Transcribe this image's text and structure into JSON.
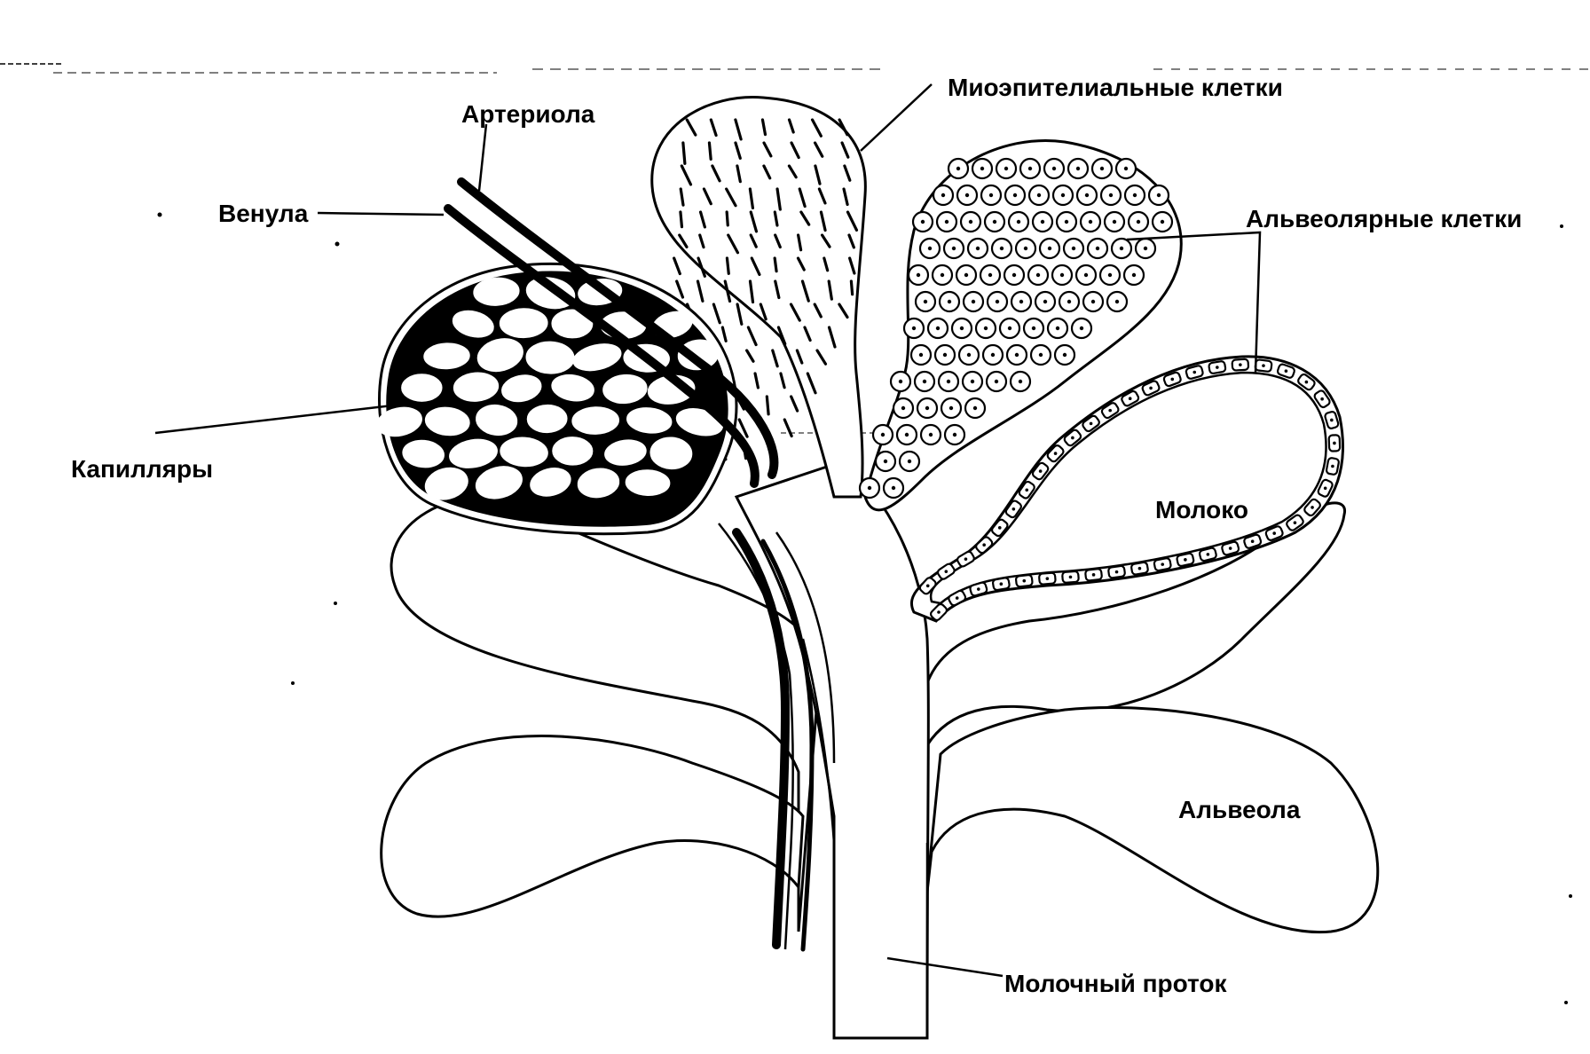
{
  "labels": {
    "myoepithelial": "Миоэпителиальные клетки",
    "arteriole": "Артериола",
    "venule": "Венула",
    "alveolar_cells": "Альвеолярные клетки",
    "capillaries": "Капилляры",
    "milk": "Молоко",
    "alveola": "Альвеола",
    "milk_duct": "Молочный проток"
  },
  "colors": {
    "ink": "#000000",
    "paper": "#ffffff"
  }
}
